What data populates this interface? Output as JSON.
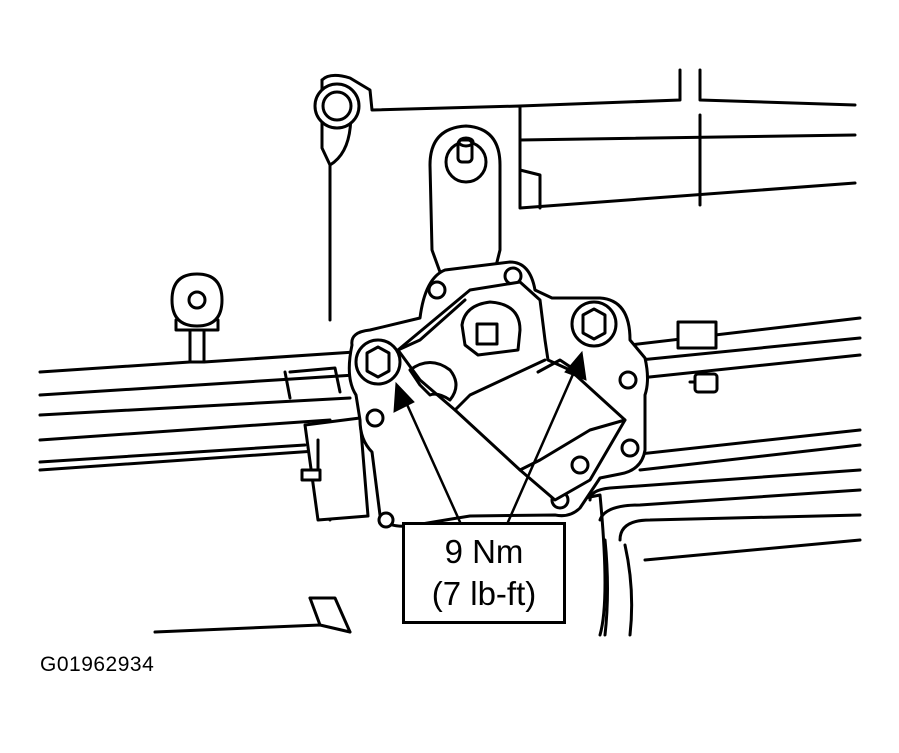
{
  "callout": {
    "torque_metric": "9 Nm",
    "torque_imperial": "(7 lb-ft)"
  },
  "figure_id": "G01962934",
  "colors": {
    "line": "#000000",
    "background": "#ffffff"
  }
}
